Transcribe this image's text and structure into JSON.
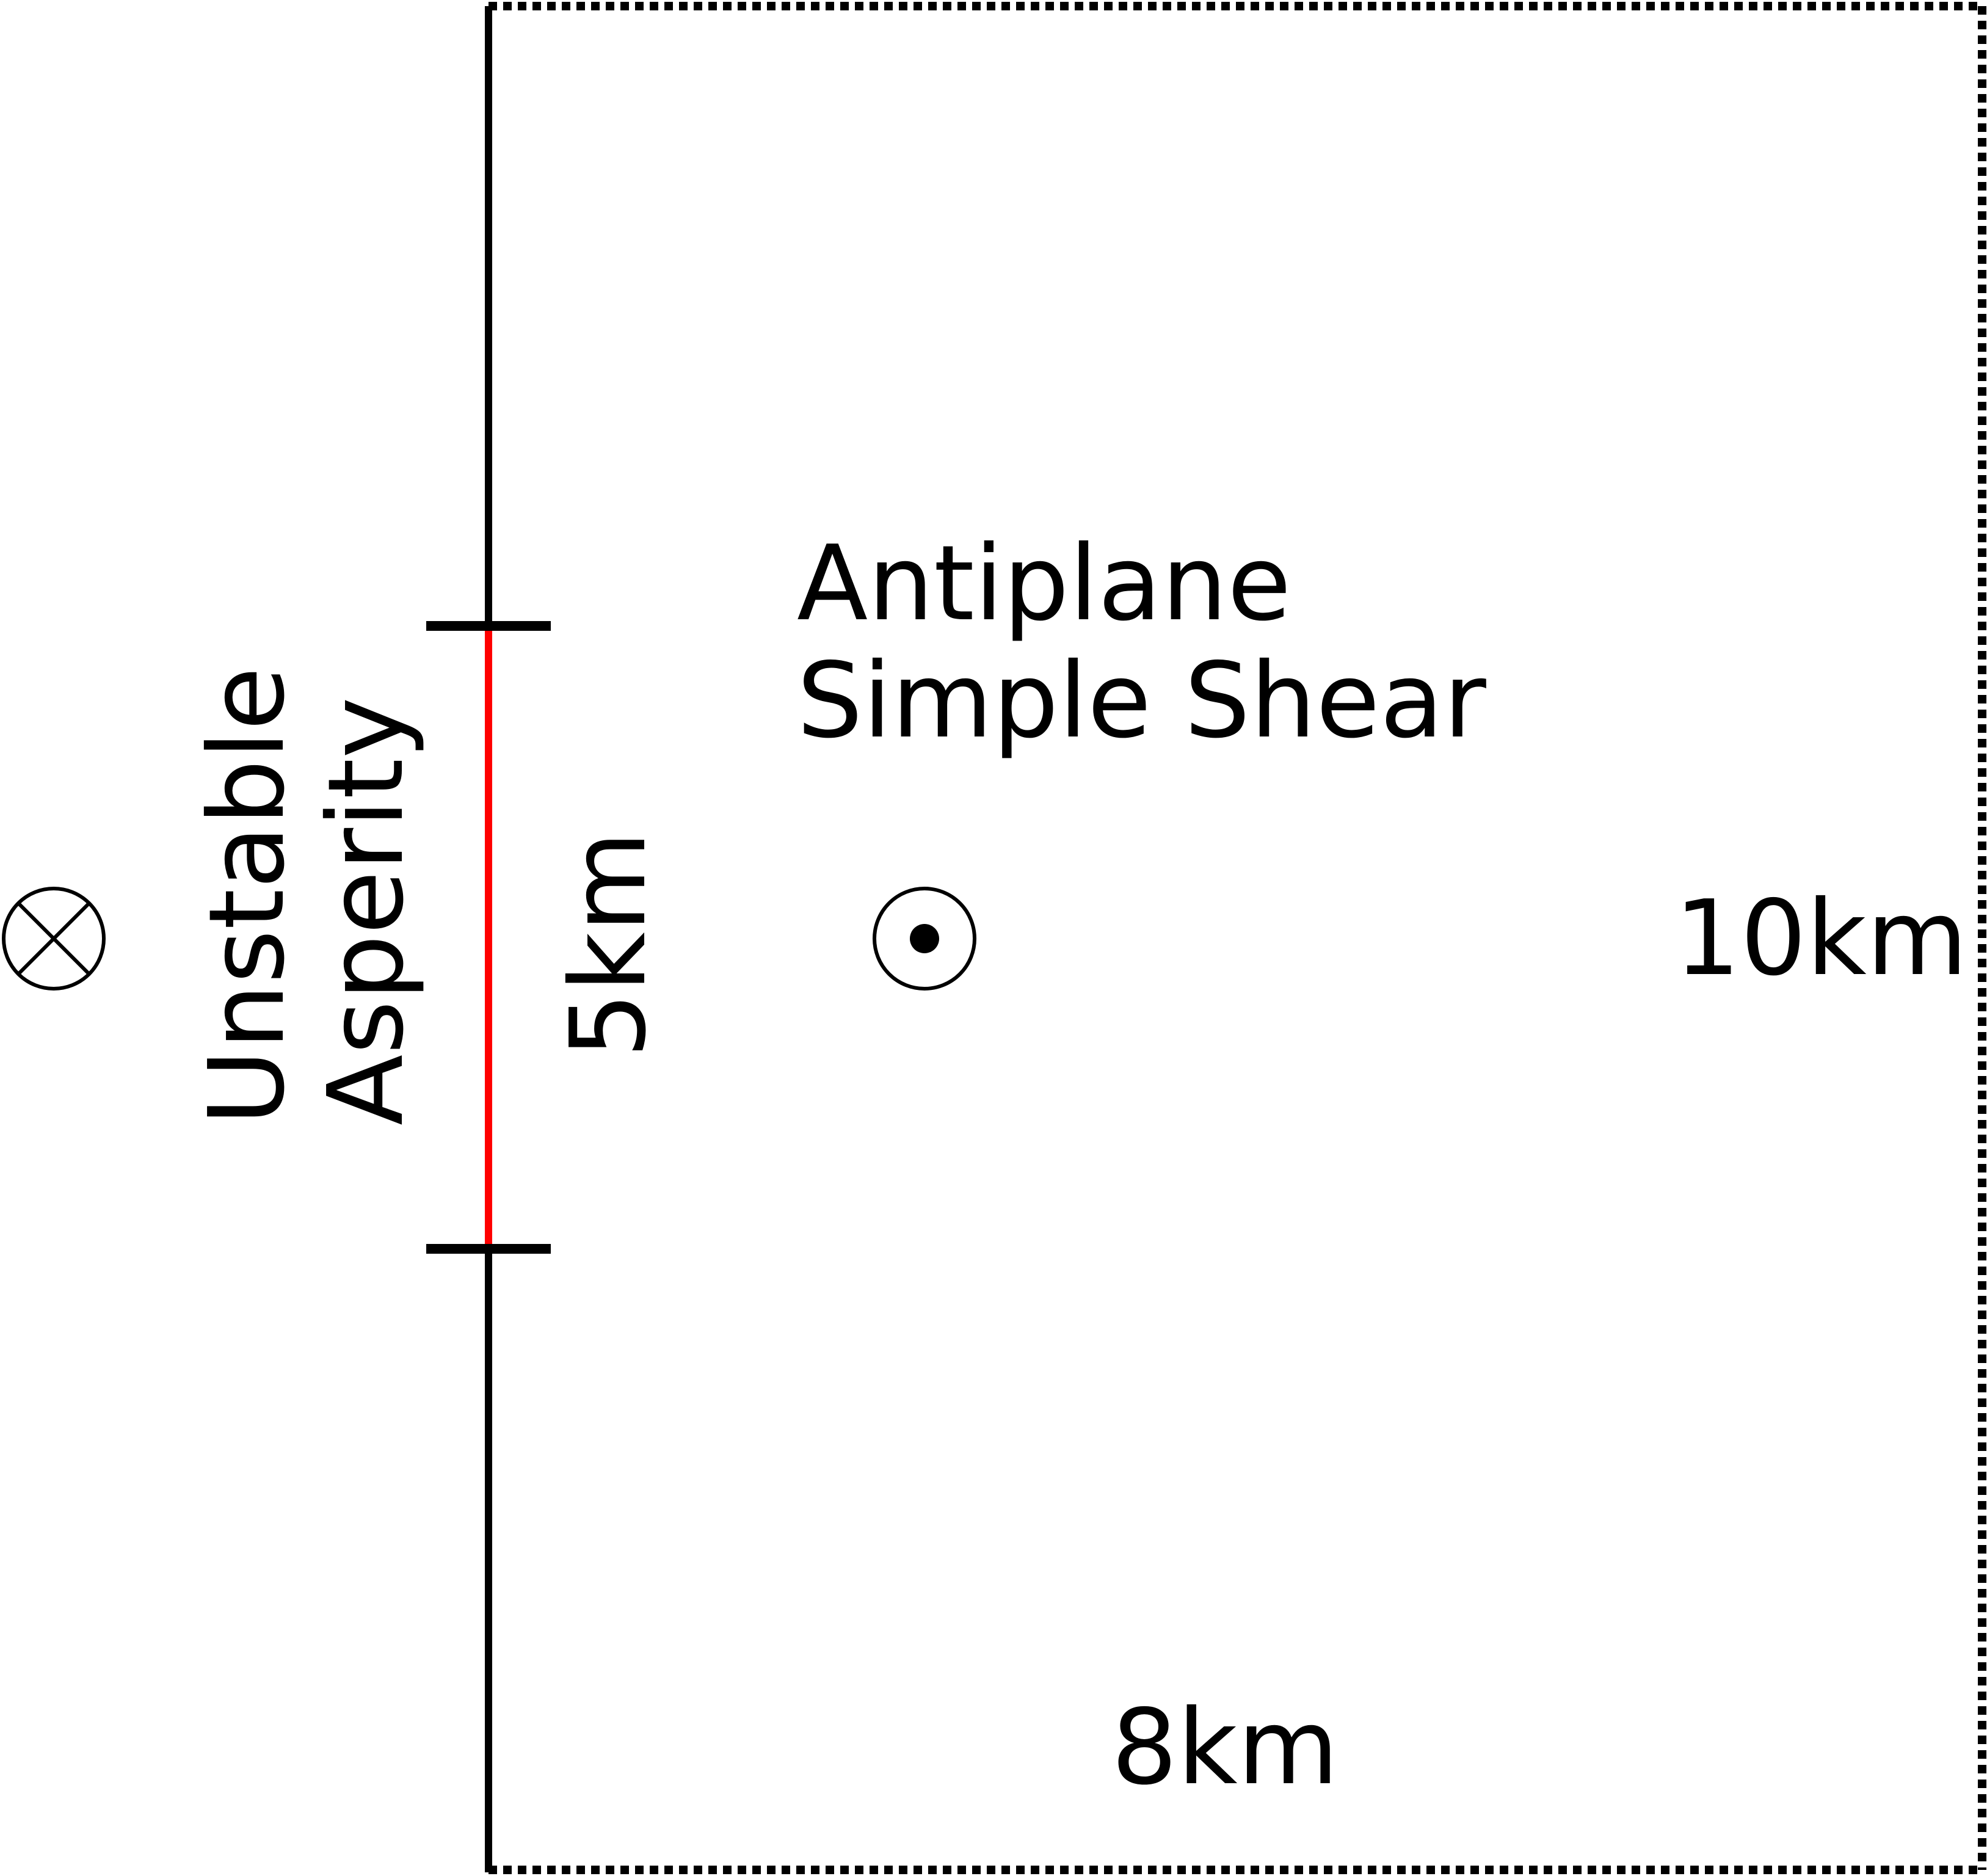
{
  "diagram": {
    "title_line1": "Antiplane",
    "title_line2": "Simple Shear",
    "asperity_label_line1": "Unstable",
    "asperity_label_line2": "Asperity",
    "asperity_length": "5km",
    "domain_height": "10km",
    "domain_width": "8km",
    "symbols": {
      "into_page": "circle-x-icon",
      "out_of_page": "circle-dot-icon"
    },
    "colors": {
      "fault": "#000000",
      "asperity": "#ff0000",
      "boundary": "#000000",
      "background": "#ffffff"
    }
  }
}
